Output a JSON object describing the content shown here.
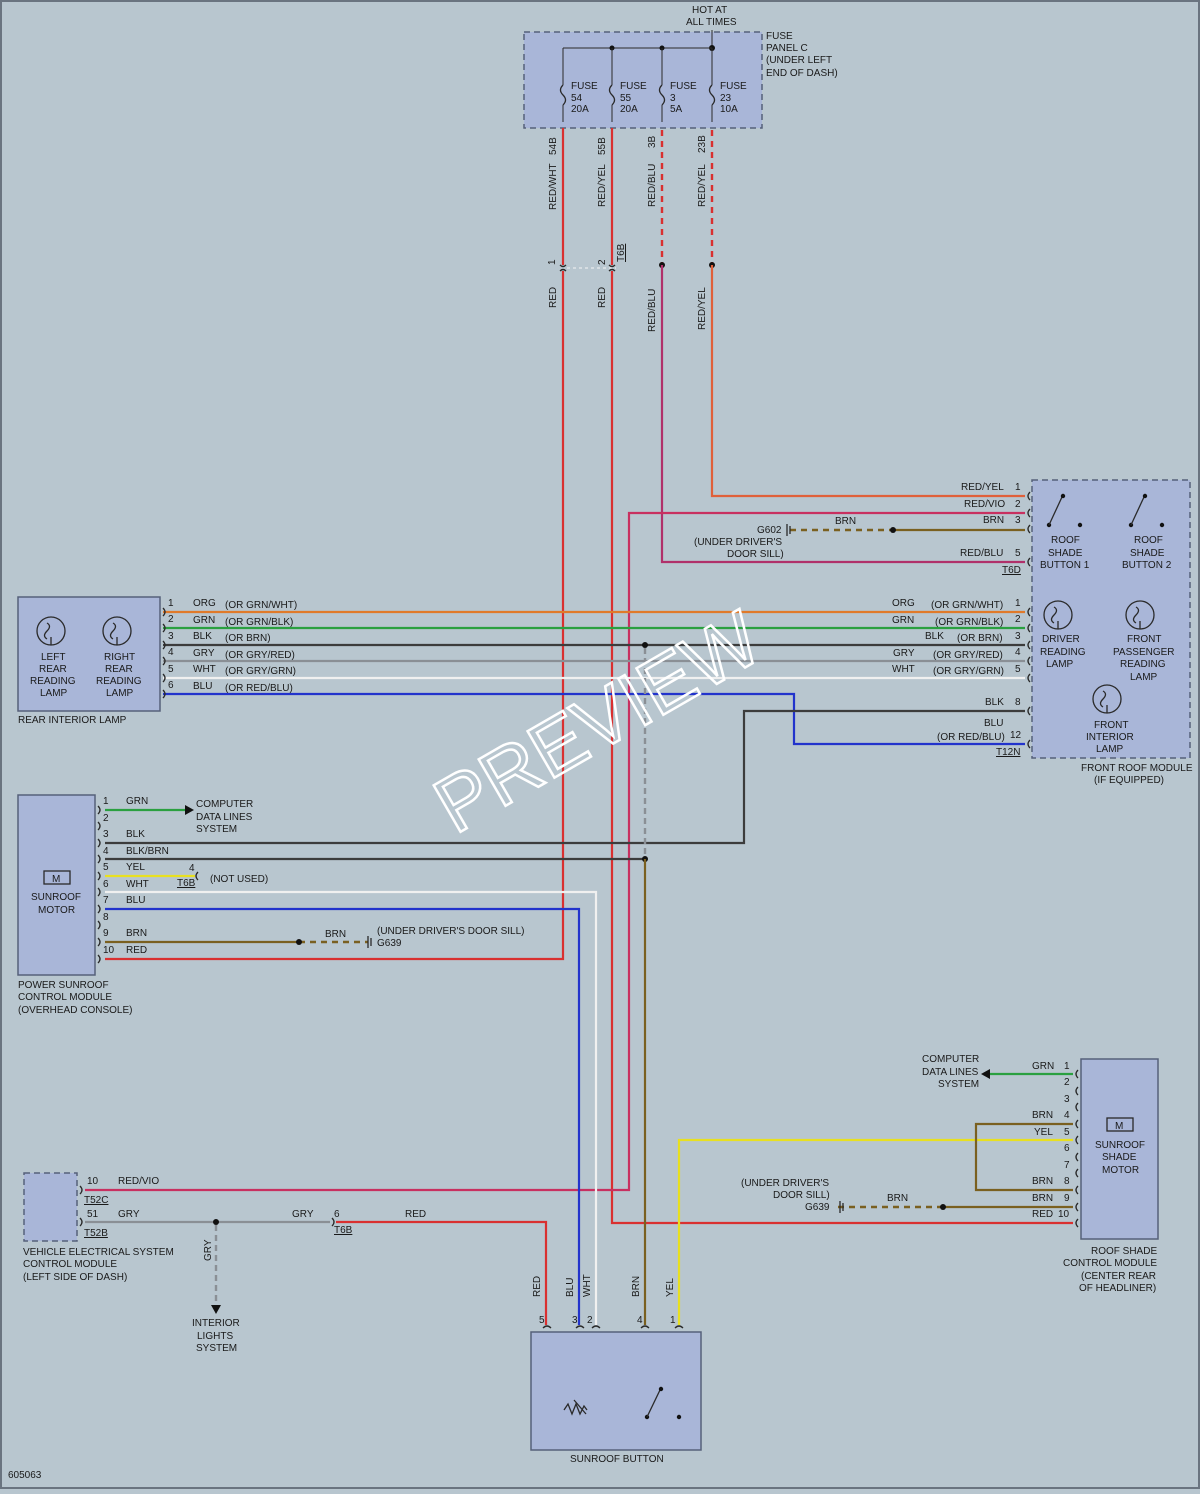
{
  "hot": [
    "HOT AT",
    "ALL TIMES"
  ],
  "fuse_panel": [
    "FUSE",
    "PANEL C",
    "(UNDER LEFT",
    "END OF DASH)"
  ],
  "fuses": [
    {
      "name": "FUSE",
      "num": "54",
      "amp": "20A",
      "pin": "54B",
      "color": "RED/WHT"
    },
    {
      "name": "FUSE",
      "num": "55",
      "amp": "20A",
      "pin": "55B",
      "color": "RED/YEL"
    },
    {
      "name": "FUSE",
      "num": "3",
      "amp": "5A",
      "pin": "3B",
      "color": "RED/BLU"
    },
    {
      "name": "FUSE",
      "num": "23",
      "amp": "10A",
      "pin": "23B",
      "color": "RED/YEL"
    }
  ],
  "connector_t6b": {
    "name": "T6B",
    "pin1": "1",
    "pin2": "2"
  },
  "lower_fuse_colors": [
    "RED",
    "RED",
    "RED/BLU",
    "RED/YEL"
  ],
  "front_roof_module": {
    "title": [
      "FRONT ROOF MODULE",
      "(IF EQUIPPED)"
    ],
    "t6d": "T6D",
    "t12n": "T12N",
    "t6d_pins": [
      {
        "pin": "1",
        "color": "RED/YEL"
      },
      {
        "pin": "2",
        "color": "RED/VIO"
      },
      {
        "pin": "3",
        "color": "BRN"
      },
      {
        "pin": "5",
        "color": "RED/BLU"
      }
    ],
    "t12n_pins": [
      {
        "pin": "1",
        "color": "ORG",
        "alt": "(OR GRN/WHT)"
      },
      {
        "pin": "2",
        "color": "GRN",
        "alt": "(OR GRN/BLK)"
      },
      {
        "pin": "3",
        "color": "BLK",
        "alt": "(OR BRN)"
      },
      {
        "pin": "4",
        "color": "GRY",
        "alt": "(OR GRY/RED)"
      },
      {
        "pin": "5",
        "color": "WHT",
        "alt": "(OR GRY/GRN)"
      },
      {
        "pin": "8",
        "color": "BLK",
        "alt": ""
      },
      {
        "pin": "12",
        "color": "BLU",
        "alt": "(OR RED/BLU)"
      }
    ],
    "components": {
      "btn1": [
        "ROOF",
        "SHADE",
        "BUTTON 1"
      ],
      "btn2": [
        "ROOF",
        "SHADE",
        "BUTTON 2"
      ],
      "driver_lamp": [
        "DRIVER",
        "READING",
        "LAMP"
      ],
      "passenger_lamp": [
        "FRONT",
        "PASSENGER",
        "READING",
        "LAMP"
      ],
      "interior_lamp": [
        "FRONT",
        "INTERIOR",
        "LAMP"
      ]
    }
  },
  "g602": {
    "name": "G602",
    "wire": "BRN",
    "loc": [
      "(UNDER DRIVER'S",
      "DOOR SILL)"
    ]
  },
  "rear_lamp": {
    "title": "REAR INTERIOR LAMP",
    "left": [
      "LEFT",
      "REAR",
      "READING",
      "LAMP"
    ],
    "right": [
      "RIGHT",
      "REAR",
      "READING",
      "LAMP"
    ],
    "pins": [
      {
        "pin": "1",
        "color": "ORG",
        "alt": "(OR GRN/WHT)"
      },
      {
        "pin": "2",
        "color": "GRN",
        "alt": "(OR GRN/BLK)"
      },
      {
        "pin": "3",
        "color": "BLK",
        "alt": "(OR BRN)"
      },
      {
        "pin": "4",
        "color": "GRY",
        "alt": "(OR GRY/RED)"
      },
      {
        "pin": "5",
        "color": "WHT",
        "alt": "(OR GRY/GRN)"
      },
      {
        "pin": "6",
        "color": "BLU",
        "alt": "(OR RED/BLU)"
      }
    ]
  },
  "sunroof_module": {
    "title": [
      "POWER SUNROOF",
      "CONTROL MODULE",
      "(OVERHEAD CONSOLE)"
    ],
    "motor": [
      "SUNROOF",
      "MOTOR"
    ],
    "m": "M",
    "pins": [
      {
        "pin": "1",
        "color": "GRN"
      },
      {
        "pin": "2",
        "color": ""
      },
      {
        "pin": "3",
        "color": "BLK"
      },
      {
        "pin": "4",
        "color": "BLK/BRN"
      },
      {
        "pin": "5",
        "color": "YEL"
      },
      {
        "pin": "6",
        "color": "WHT"
      },
      {
        "pin": "7",
        "color": "BLU"
      },
      {
        "pin": "8",
        "color": ""
      },
      {
        "pin": "9",
        "color": "BRN"
      },
      {
        "pin": "10",
        "color": "RED"
      }
    ],
    "computer": [
      "COMPUTER",
      "DATA LINES",
      "SYSTEM"
    ],
    "not_used": "(NOT USED)",
    "t6b_pin": "4",
    "t6b": "T6B",
    "g639_brn": "BRN",
    "g639_loc": "(UNDER DRIVER'S DOOR SILL)",
    "g639": "G639"
  },
  "roof_shade_module": {
    "title": [
      "ROOF SHADE",
      "CONTROL MODULE",
      "(CENTER REAR",
      "OF HEADLINER)"
    ],
    "motor": [
      "SUNROOF",
      "SHADE",
      "MOTOR"
    ],
    "m": "M",
    "computer": [
      "COMPUTER",
      "DATA LINES",
      "SYSTEM"
    ],
    "pins": [
      {
        "pin": "1",
        "color": "GRN"
      },
      {
        "pin": "2",
        "color": ""
      },
      {
        "pin": "3",
        "color": ""
      },
      {
        "pin": "4",
        "color": "BRN"
      },
      {
        "pin": "5",
        "color": "YEL"
      },
      {
        "pin": "6",
        "color": ""
      },
      {
        "pin": "7",
        "color": ""
      },
      {
        "pin": "8",
        "color": "BRN"
      },
      {
        "pin": "9",
        "color": "BRN"
      },
      {
        "pin": "10",
        "color": "RED"
      }
    ],
    "g639_loc": [
      "(UNDER DRIVER'S",
      "DOOR SILL)"
    ],
    "g639": "G639",
    "g639_brn": "BRN"
  },
  "vesc": {
    "title": [
      "VEHICLE ELECTRICAL SYSTEM",
      "CONTROL MODULE",
      "(LEFT SIDE OF DASH)"
    ],
    "pin10": "10",
    "pin10_color": "RED/VIO",
    "t52c": "T52C",
    "pin51": "51",
    "pin51_color": "GRY",
    "t52b": "T52B",
    "gry2": "GRY",
    "t6b_pin": "6",
    "t6b": "T6B",
    "red": "RED",
    "gry_vert": "GRY",
    "interior": [
      "INTERIOR",
      "LIGHTS",
      "SYSTEM"
    ]
  },
  "sunroof_button": {
    "title": "SUNROOF BUTTON",
    "pins": [
      {
        "pin": "5",
        "color": "RED"
      },
      {
        "pin": "3",
        "color": "BLU"
      },
      {
        "pin": "2",
        "color": "WHT"
      },
      {
        "pin": "4",
        "color": "BRN"
      },
      {
        "pin": "1",
        "color": "YEL"
      }
    ]
  },
  "watermark": "PREVIEW",
  "figure_id": "605063"
}
